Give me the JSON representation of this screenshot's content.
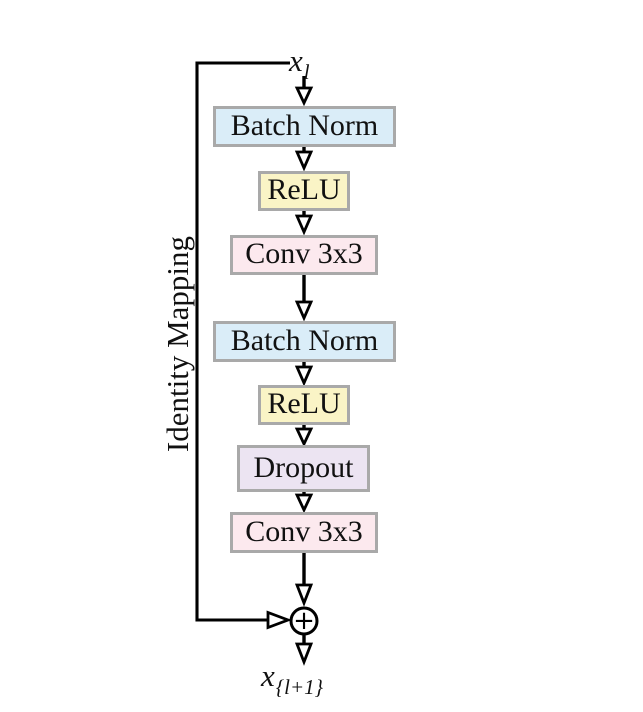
{
  "diagram": {
    "colors": {
      "background": "#ffffff",
      "line": "#000000",
      "box_border": "#a9a9a9",
      "text": "#111111",
      "batch_norm_fill": "#daedf8",
      "relu_fill": "#faf4c6",
      "conv_fill": "#fce9ee",
      "dropout_fill": "#ece4f2"
    },
    "skip_label": "Identity Mapping",
    "input_label": {
      "base": "x",
      "sub": "l"
    },
    "output_label": {
      "base": "x",
      "sub": "{l+1}"
    },
    "add_symbol": "+",
    "icons": {
      "arrow_down": "hollow-triangle-down",
      "arrow_right": "hollow-triangle-right",
      "add_node": "circled-plus"
    },
    "nodes": [
      {
        "label": "Batch Norm",
        "fill": "#daedf8"
      },
      {
        "label": "ReLU",
        "fill": "#faf4c6"
      },
      {
        "label": "Conv 3x3",
        "fill": "#fce9ee"
      },
      {
        "label": "Batch Norm",
        "fill": "#daedf8"
      },
      {
        "label": "ReLU",
        "fill": "#faf4c6"
      },
      {
        "label": "Dropout",
        "fill": "#ece4f2"
      },
      {
        "label": "Conv 3x3",
        "fill": "#fce9ee"
      }
    ]
  }
}
